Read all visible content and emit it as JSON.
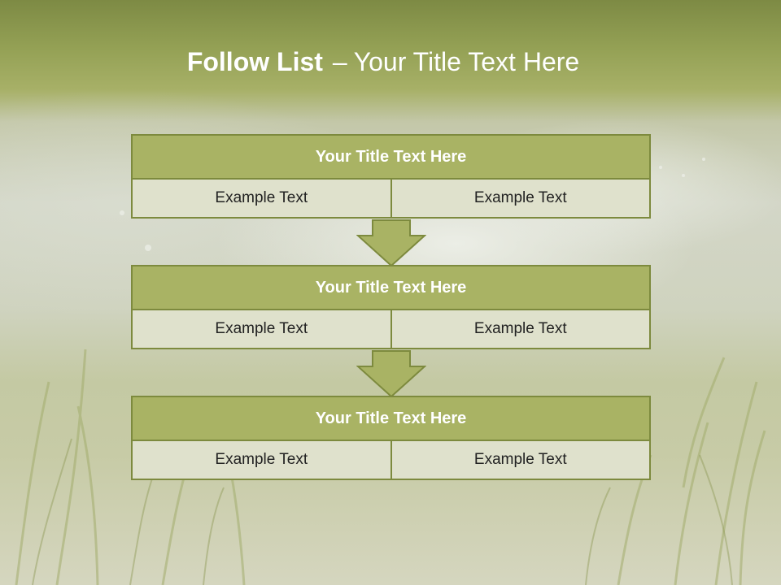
{
  "slide": {
    "title_bold": "Follow List",
    "title_dash": "–",
    "title_rest": "Your Title Text Here"
  },
  "blocks": [
    {
      "header": "Your Title Text Here",
      "left": "Example Text",
      "right": "Example Text"
    },
    {
      "header": "Your Title Text Here",
      "left": "Example Text",
      "right": "Example Text"
    },
    {
      "header": "Your Title Text Here",
      "left": "Example Text",
      "right": "Example Text"
    }
  ],
  "colors": {
    "header_fill": "#a9b364",
    "border": "#7d8a3e",
    "cell_fill": "#dfe1cc",
    "arrow_fill": "#a9b364"
  }
}
